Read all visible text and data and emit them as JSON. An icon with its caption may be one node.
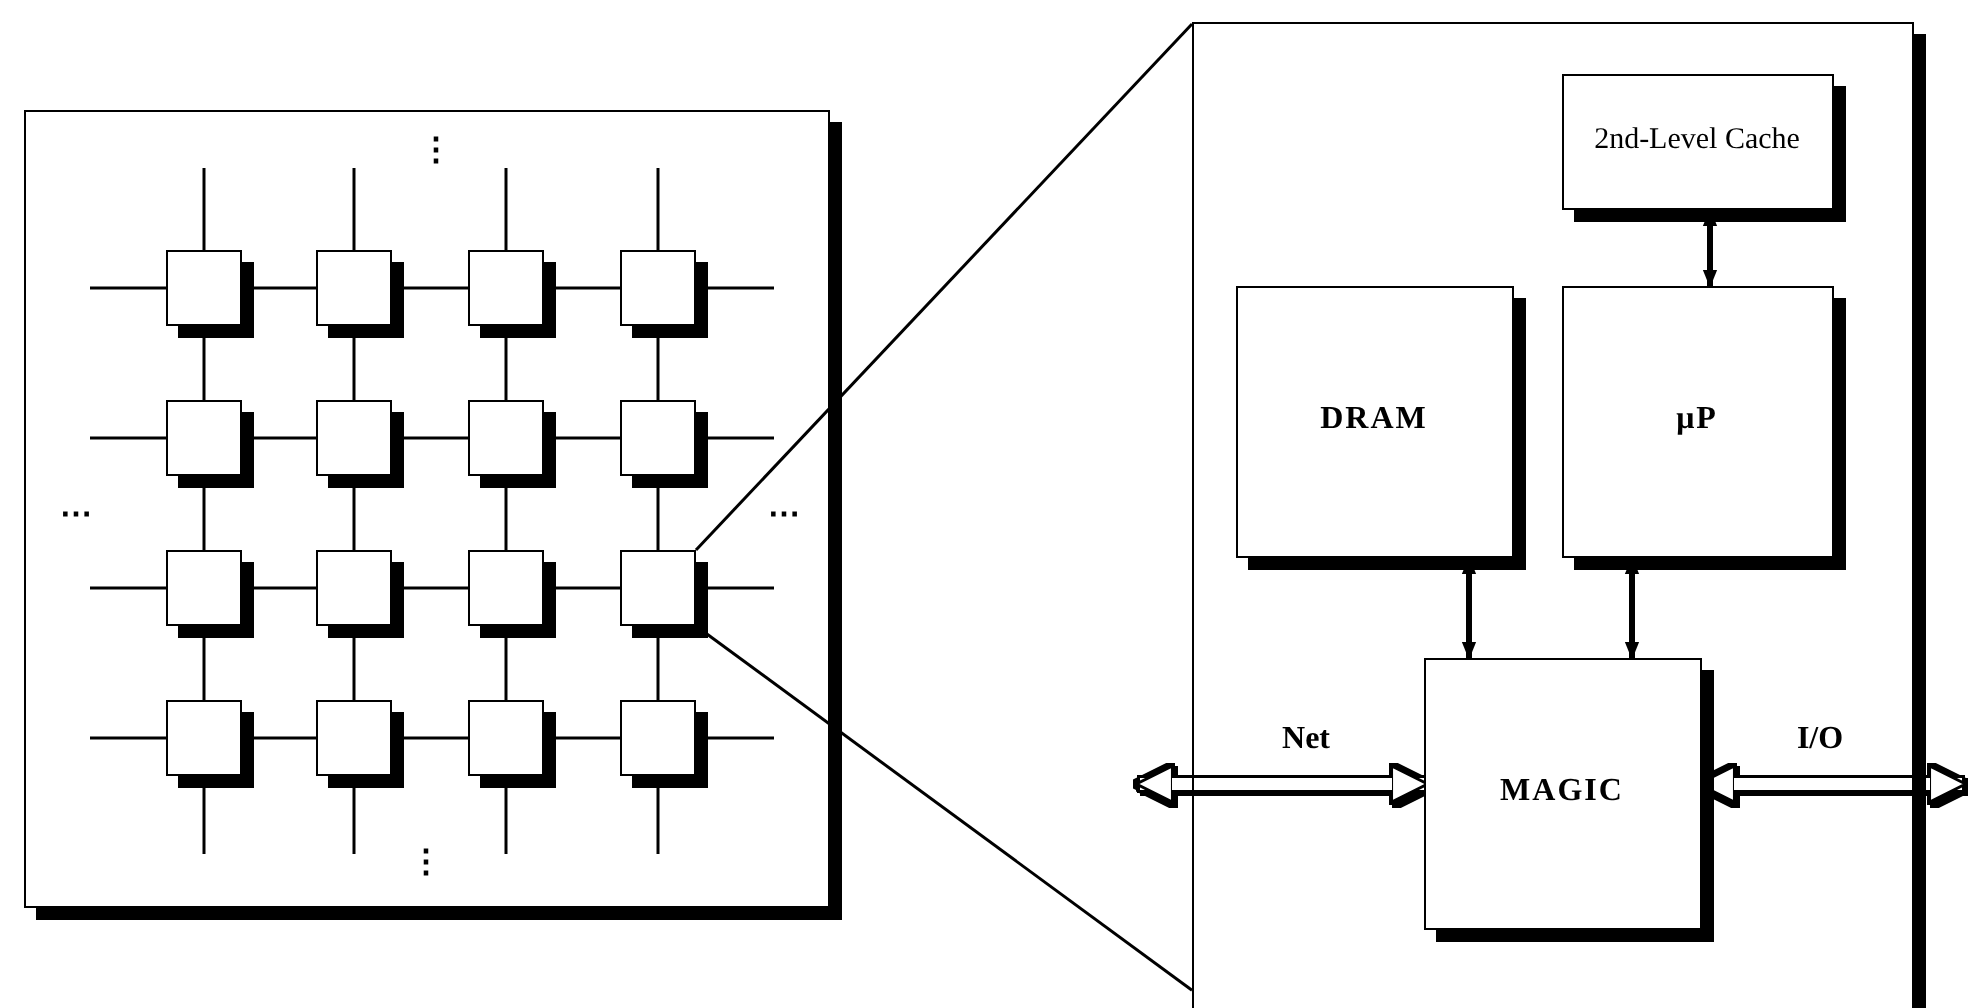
{
  "diagram": {
    "nodes": [
      {
        "text": [],
        "shape": "box"
      },
      {
        "text": [],
        "shape": "box",
        "in": 0
      },
      {
        "text": [],
        "shape": "box",
        "in": 0
      },
      {
        "text": [],
        "shape": "box",
        "in": 0
      },
      {
        "text": [],
        "shape": "box",
        "in": 0
      },
      {
        "text": [],
        "shape": "box",
        "in": 0
      },
      {
        "text": [],
        "shape": "box",
        "in": 0
      },
      {
        "text": [],
        "shape": "box",
        "in": 0
      },
      {
        "text": [],
        "shape": "box",
        "in": 0
      },
      {
        "text": [],
        "shape": "box",
        "in": 0
      },
      {
        "text": [],
        "shape": "box",
        "in": 0
      },
      {
        "text": [],
        "shape": "box",
        "in": 0
      },
      {
        "text": [],
        "shape": "box",
        "in": 0
      },
      {
        "text": [],
        "shape": "box",
        "in": 0
      },
      {
        "text": [],
        "shape": "box",
        "in": 0
      },
      {
        "text": [],
        "shape": "box",
        "in": 0
      },
      {
        "text": [],
        "shape": "box",
        "in": 0
      },
      {
        "text": [],
        "shape": "box"
      },
      {
        "text": [
          "2nd-Level Cache"
        ],
        "in": 17
      },
      {
        "text": [
          "DRAM"
        ],
        "in": 17
      },
      {
        "text": [
          "μP"
        ],
        "in": 17
      },
      {
        "text": [
          "MAGIC"
        ],
        "in": 17
      }
    ],
    "edges": [
      {
        "from": 1,
        "to": 2,
        "arrow": "none"
      },
      {
        "from": 2,
        "to": 3,
        "arrow": "none"
      },
      {
        "from": 3,
        "to": 4,
        "arrow": "none"
      },
      {
        "from": 5,
        "to": 6,
        "arrow": "none"
      },
      {
        "from": 6,
        "to": 7,
        "arrow": "none"
      },
      {
        "from": 7,
        "to": 8,
        "arrow": "none"
      },
      {
        "from": 9,
        "to": 10,
        "arrow": "none"
      },
      {
        "from": 10,
        "to": 11,
        "arrow": "none"
      },
      {
        "from": 11,
        "to": 12,
        "arrow": "none"
      },
      {
        "from": 13,
        "to": 14,
        "arrow": "none"
      },
      {
        "from": 14,
        "to": 15,
        "arrow": "none"
      },
      {
        "from": 15,
        "to": 16,
        "arrow": "none"
      },
      {
        "from": 1,
        "to": 5,
        "arrow": "none"
      },
      {
        "from": 2,
        "to": 6,
        "arrow": "none"
      },
      {
        "from": 3,
        "to": 7,
        "arrow": "none"
      },
      {
        "from": 4,
        "to": 8,
        "arrow": "none"
      },
      {
        "from": 5,
        "to": 9,
        "arrow": "none"
      },
      {
        "from": 6,
        "to": 10,
        "arrow": "none"
      },
      {
        "from": 7,
        "to": 11,
        "arrow": "none"
      },
      {
        "from": 8,
        "to": 12,
        "arrow": "none"
      },
      {
        "from": 9,
        "to": 13,
        "arrow": "none"
      },
      {
        "from": 10,
        "to": 14,
        "arrow": "none"
      },
      {
        "from": 11,
        "to": 15,
        "arrow": "none"
      },
      {
        "from": 12,
        "to": 16,
        "arrow": "none"
      },
      {
        "from": 12,
        "to": 17,
        "arrow": "none"
      },
      {
        "from": 12,
        "to": 17,
        "arrow": "none"
      },
      {
        "from": 18,
        "to": 20,
        "arrow": "both",
        "style": "thick"
      },
      {
        "from": 19,
        "to": 21,
        "arrow": "both",
        "style": "thick"
      },
      {
        "from": 20,
        "to": 21,
        "arrow": "both",
        "style": "thick"
      },
      {
        "from": null,
        "to": 21,
        "arrow": "both",
        "label": "Net",
        "style": "thick",
        "color": "#ffffff"
      },
      {
        "from": 21,
        "to": null,
        "arrow": "both",
        "label": "I/O",
        "style": "thick",
        "color": "#ffffff"
      }
    ],
    "labels": [
      "⋮",
      "⋯",
      "⋯",
      "⋮"
    ]
  }
}
